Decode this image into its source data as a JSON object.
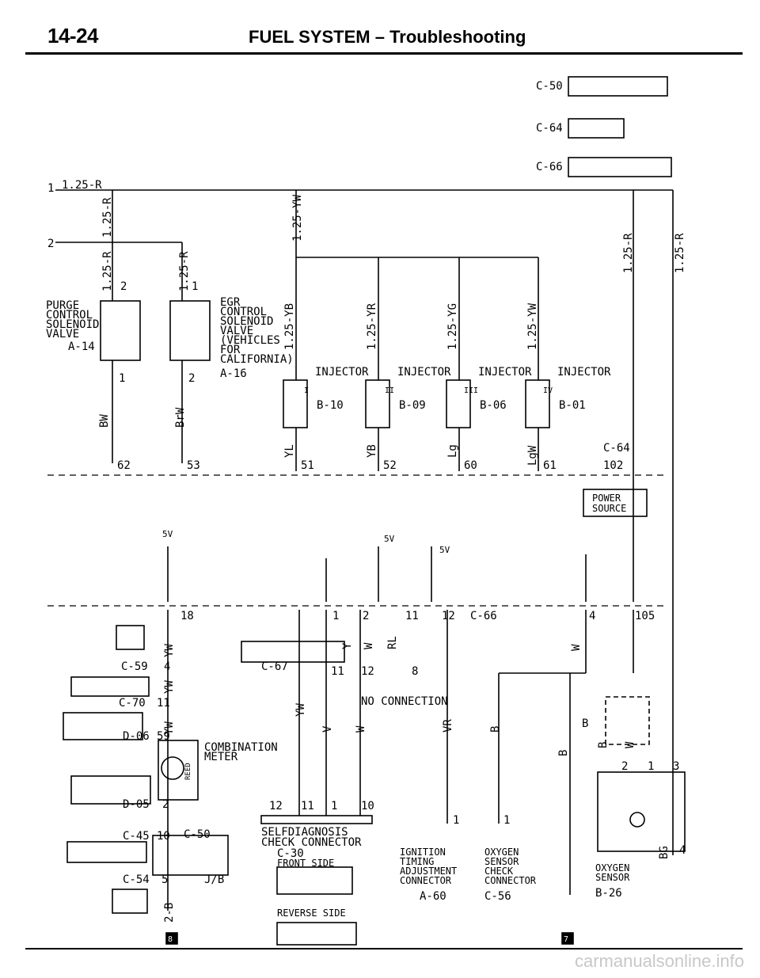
{
  "header": {
    "page_number": "14-24",
    "title": "FUEL SYSTEM – Troubleshooting"
  },
  "top_connectors": [
    "C-50",
    "C-64",
    "C-66"
  ],
  "circuit_refs": [
    "1",
    "2",
    "7",
    "8"
  ],
  "wires": {
    "feed": "1.25-R",
    "w1": "1.25-R",
    "w2": "1.25-R",
    "w3": "1.25-R",
    "w4": "1.25-YW",
    "w5": "1.25-R",
    "w6": "1.25-R",
    "w7": "1.25-YB",
    "w8": "1.25-YR",
    "w9": "1.25-YG",
    "w10": "1.25-YW",
    "bw": "BW",
    "brw": "BrW",
    "yl": "YL",
    "yb": "YB",
    "lg": "Lg",
    "lgw": "LgW"
  },
  "components": {
    "purge": {
      "label": [
        "PURGE",
        "CONTROL",
        "SOLENOID",
        "VALVE"
      ],
      "conn": "A-14",
      "pin_top": "2",
      "pin_bot": "1"
    },
    "egr": {
      "label": [
        "EGR",
        "CONTROL",
        "SOLENOID",
        "VALVE",
        "(VEHICLES",
        "FOR",
        "CALIFORNIA)"
      ],
      "conn": "A-16",
      "pin_top": "1",
      "pin_bot": "2"
    },
    "injectors": [
      {
        "label": "INJECTOR",
        "roman": "I",
        "conn": "B-10",
        "pin": "51"
      },
      {
        "label": "INJECTOR",
        "roman": "II",
        "conn": "B-09",
        "pin": "52"
      },
      {
        "label": "INJECTOR",
        "roman": "III",
        "conn": "B-06",
        "pin": "60"
      },
      {
        "label": "INJECTOR",
        "roman": "IV",
        "conn": "B-01",
        "pin": "61"
      }
    ],
    "ecu_pins_upper": {
      "p62": "62",
      "p53": "53",
      "c64": "C-64",
      "p102": "102"
    },
    "power_source": [
      "POWER",
      "SOURCE"
    ],
    "voltages": [
      "5V",
      "5V",
      "5V"
    ],
    "ecu_pins_lower": {
      "p18": "18",
      "p1": "1",
      "p2": "2",
      "p11": "11",
      "p12": "12",
      "c66": "C-66",
      "p4": "4",
      "p105": "105"
    },
    "left_conns": [
      {
        "id": "C-59",
        "pin": "4"
      },
      {
        "id": "C-70",
        "pin": "11"
      },
      {
        "id": "D-06",
        "pin": "59"
      },
      {
        "id": "D-05",
        "pin": "2"
      },
      {
        "id": "C-45",
        "pin": "10"
      },
      {
        "id": "C-54",
        "pin": "5"
      }
    ],
    "c67": {
      "id": "C-67",
      "p11": "11",
      "p12": "12",
      "p8": "8",
      "no_connection": "NO CONNECTION"
    },
    "combo_meter": [
      "COMBINATION",
      "METER"
    ],
    "reed": "REED",
    "c50_lower": "C-50",
    "jb": "J/B",
    "selfdiag": {
      "title": [
        "SELFDIAGNOSIS",
        "CHECK CONNECTOR"
      ],
      "conn": "C-30",
      "front": "FRONT SIDE",
      "reverse": "REVERSE SIDE",
      "pins": [
        "12",
        "11",
        "1",
        "10"
      ]
    },
    "ignition": {
      "label": [
        "IGNITION",
        "TIMING",
        "ADJUSTMENT",
        "CONNECTOR"
      ],
      "conn": "A-60",
      "pin": "1"
    },
    "oxy_check": {
      "label": [
        "OXYGEN",
        "SENSOR",
        "CHECK",
        "CONNECTOR"
      ],
      "conn": "C-56",
      "pin": "1"
    },
    "oxy_sensor": {
      "label": [
        "OXYGEN",
        "SENSOR"
      ],
      "conn": "B-26",
      "pins": [
        "2",
        "1",
        "3",
        "4"
      ]
    },
    "lower_wires": {
      "yw1": "YW",
      "yw2": "YW",
      "yw3": "YW",
      "yw4": "YW",
      "y": "Y",
      "w": "W",
      "rl": "RL",
      "w2": "W",
      "v": "V",
      "w3": "W",
      "vr": "VR",
      "b": "B",
      "b2": "B",
      "b3": "B",
      "w4": "W",
      "bg": "BG",
      "b4": "B",
      "b2b": "2-B"
    }
  },
  "footer_watermark": "carmanualsonline.info"
}
